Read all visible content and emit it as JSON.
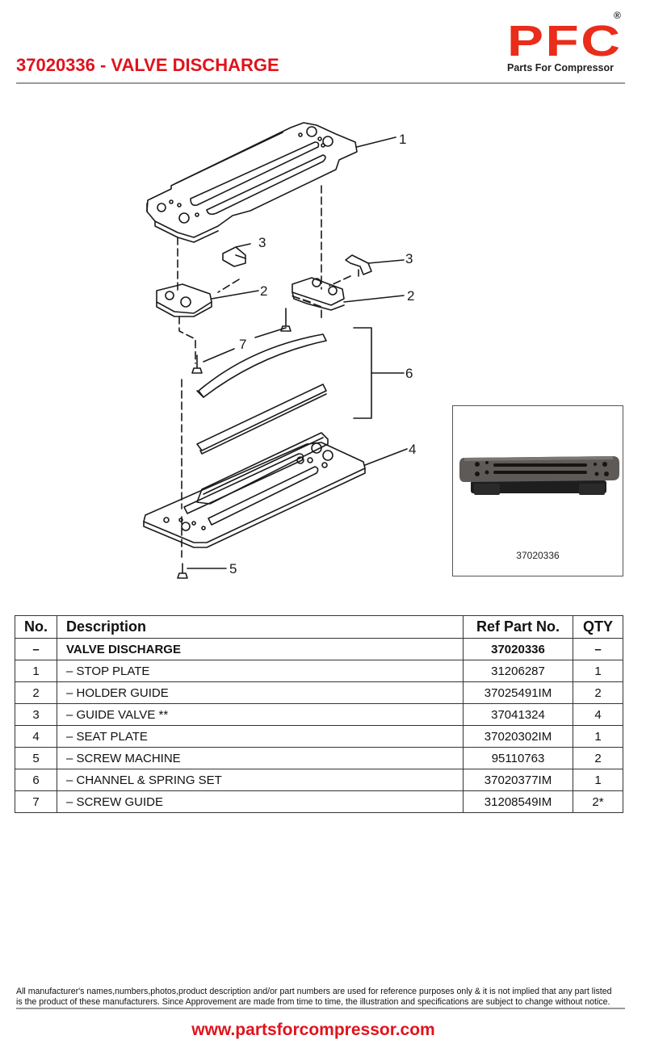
{
  "header": {
    "title": "37020336 - VALVE DISCHARGE",
    "brand_color": "#e0131c"
  },
  "logo": {
    "mark": "PFC",
    "registered": "®",
    "tagline": "Parts For Compressor",
    "color": "#ea2c1a"
  },
  "diagram": {
    "callouts": [
      "1",
      "3",
      "3",
      "2",
      "2",
      "7",
      "6",
      "4",
      "5"
    ]
  },
  "photo": {
    "caption": "37020336"
  },
  "table": {
    "headers": {
      "no": "No.",
      "description": "Description",
      "ref": "Ref Part No.",
      "qty": "QTY"
    },
    "rows": [
      {
        "no": "–",
        "description": "VALVE DISCHARGE",
        "ref": "37020336",
        "qty": "–"
      },
      {
        "no": "1",
        "description": "– STOP PLATE",
        "ref": "31206287",
        "qty": "1"
      },
      {
        "no": "2",
        "description": "– HOLDER GUIDE",
        "ref": "37025491IM",
        "qty": "2"
      },
      {
        "no": "3",
        "description": "– GUIDE VALVE **",
        "ref": "37041324",
        "qty": "4"
      },
      {
        "no": "4",
        "description": "– SEAT PLATE",
        "ref": "37020302IM",
        "qty": "1"
      },
      {
        "no": "5",
        "description": "– SCREW MACHINE",
        "ref": "95110763",
        "qty": "2"
      },
      {
        "no": "6",
        "description": "– CHANNEL & SPRING SET",
        "ref": "37020377IM",
        "qty": "1"
      },
      {
        "no": "7",
        "description": "– SCREW GUIDE",
        "ref": "31208549IM",
        "qty": "2*"
      }
    ]
  },
  "footer": {
    "disclaimer_line1": "All manufacturer's names,numbers,photos,product description and/or part numbers are used for reference purposes only & it is not implied that any part listed",
    "disclaimer_line2": "is the product of these manufacturers.  Since Approvement are made from time to time,  the illustration and specifications are subject to change without notice.",
    "website": "www.partsforcompressor.com"
  }
}
